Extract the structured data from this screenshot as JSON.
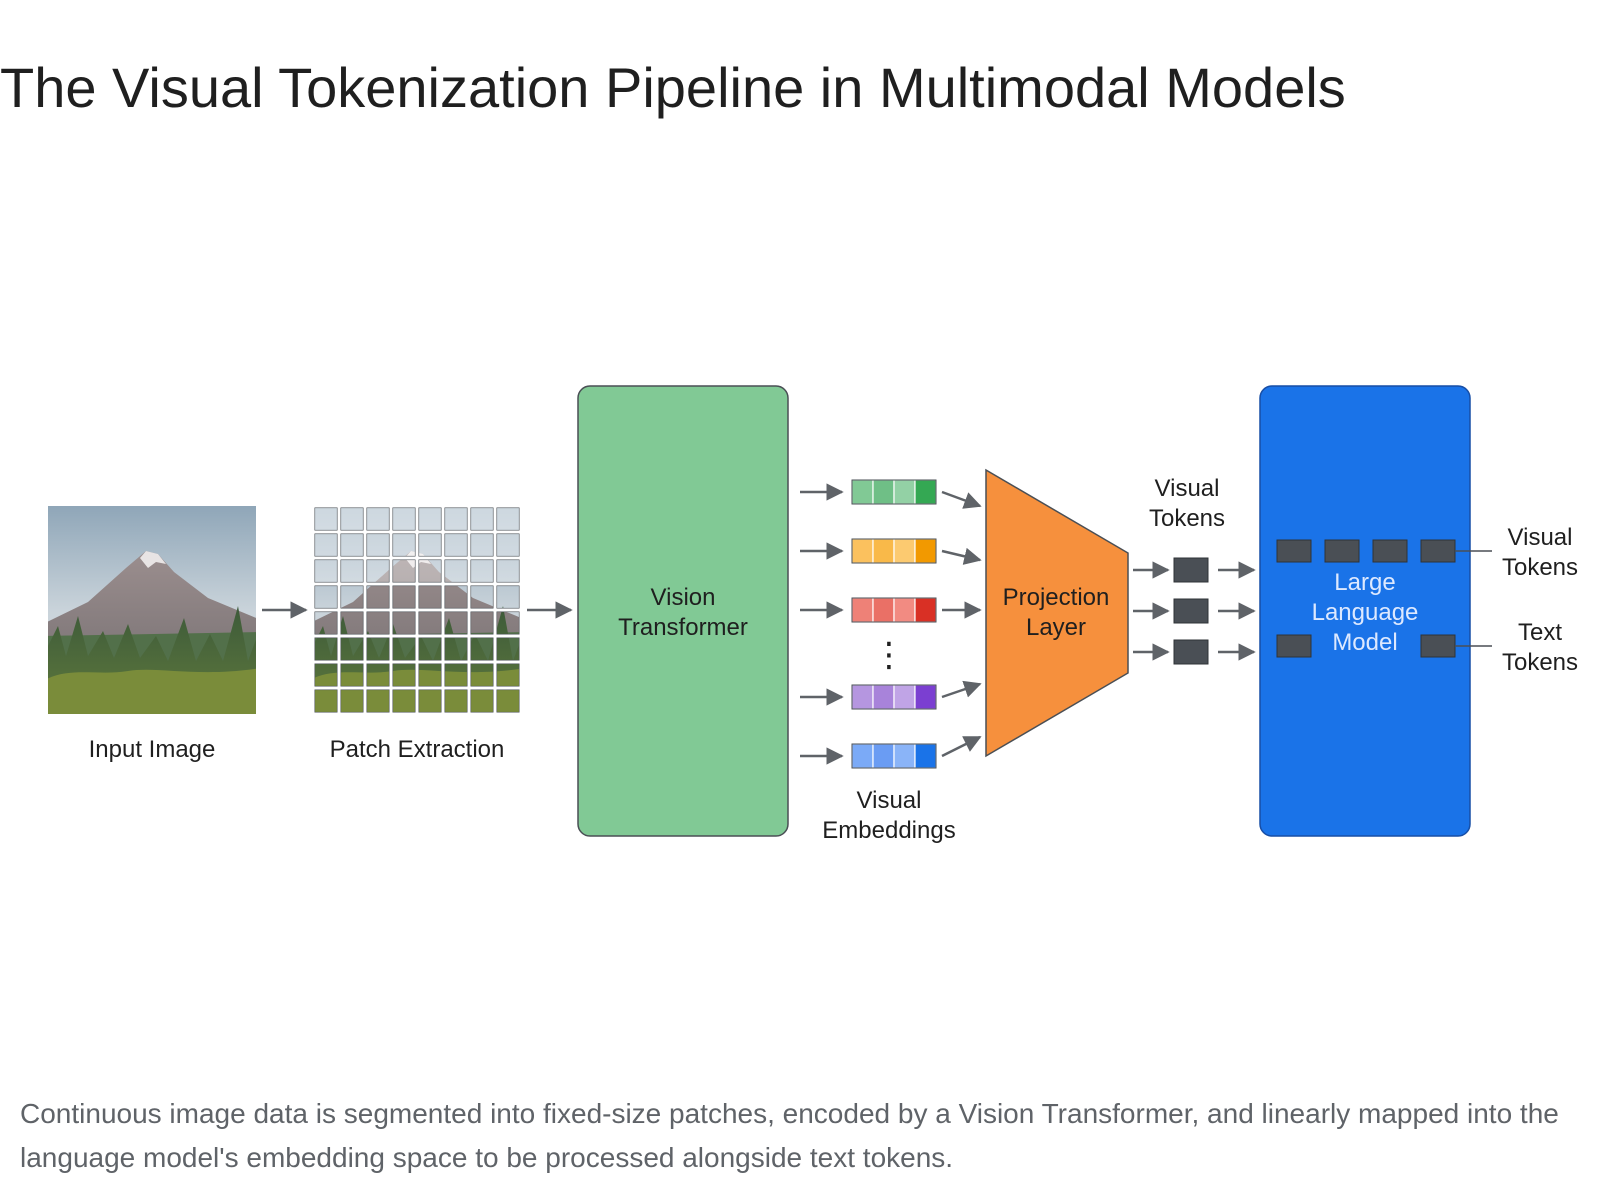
{
  "title": "The Visual Tokenization Pipeline in Multimodal Models",
  "caption": "Continuous image data is segmented into fixed-size patches, encoded by a Vision Transformer, and linearly mapped into the language model's embedding space to be processed alongside text tokens.",
  "labels": {
    "input_image": "Input Image",
    "patch_extraction": "Patch Extraction",
    "vision_transformer": [
      "Vision",
      "Transformer"
    ],
    "visual_embeddings": [
      "Visual",
      "Embeddings"
    ],
    "projection_layer": [
      "Projection",
      "Layer"
    ],
    "visual_tokens_top": [
      "Visual",
      "Tokens"
    ],
    "llm": [
      "Large",
      "Language",
      "Model"
    ],
    "visual_tokens_right": [
      "Visual",
      "Tokens"
    ],
    "text_tokens_right": [
      "Text",
      "Tokens"
    ],
    "ellipsis": "⋮"
  },
  "colors": {
    "vision_transformer": "#81c995",
    "projection_layer": "#f6903d",
    "llm": "#1a73e8",
    "token": "#4a4f55",
    "arrow": "#5f6368",
    "embedding_green": [
      "#81c995",
      "#6fbf86",
      "#93d1a5",
      "#34a853"
    ],
    "embedding_yellow": [
      "#fbc15e",
      "#f9b949",
      "#fcca70",
      "#f29900"
    ],
    "embedding_red": [
      "#ee8177",
      "#ea7066",
      "#f28b82",
      "#d93025"
    ],
    "embedding_purple": [
      "#b596e0",
      "#a883da",
      "#c0a4e6",
      "#7b3fd1"
    ],
    "embedding_blue": [
      "#7baaf7",
      "#6a9cf3",
      "#8ab4f8",
      "#1a73e8"
    ]
  },
  "icons": {
    "input_image": "mountain-landscape-icon",
    "patch_grid": "patch-grid-icon"
  }
}
